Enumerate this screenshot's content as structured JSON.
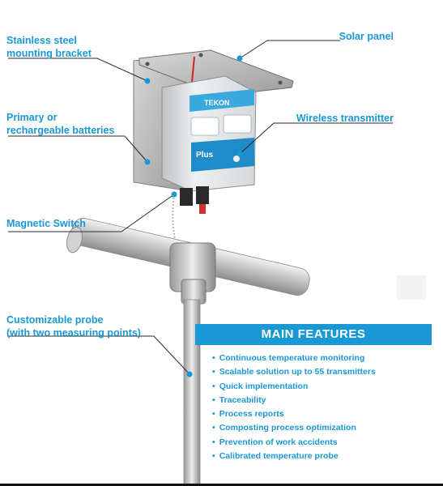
{
  "labels": {
    "bracket_line1": "Stainless steel",
    "bracket_line2": "mounting bracket",
    "solar_panel": "Solar panel",
    "battery_line1": "Primary or",
    "battery_line2": "rechargeable batteries",
    "transmitter": "Wireless transmitter",
    "magnetic_switch": "Magnetic Switch",
    "probe_line1": "Customizable probe",
    "probe_line2": "(with two measuring points)"
  },
  "device": {
    "brand": "TEKON",
    "model": "Plus"
  },
  "features": {
    "title": "MAIN FEATURES",
    "items": [
      "Continuous temperature monitoring",
      "Scalable solution up to 55 transmitters",
      "Quick implementation",
      "Traceability",
      "Process reports",
      "Composting process optimization",
      "Prevention of work accidents",
      "Calibrated temperature probe"
    ]
  },
  "colors": {
    "accent": "#1a98d5",
    "steel": "#c9c9c9",
    "device_body": "#e4e6e8"
  }
}
